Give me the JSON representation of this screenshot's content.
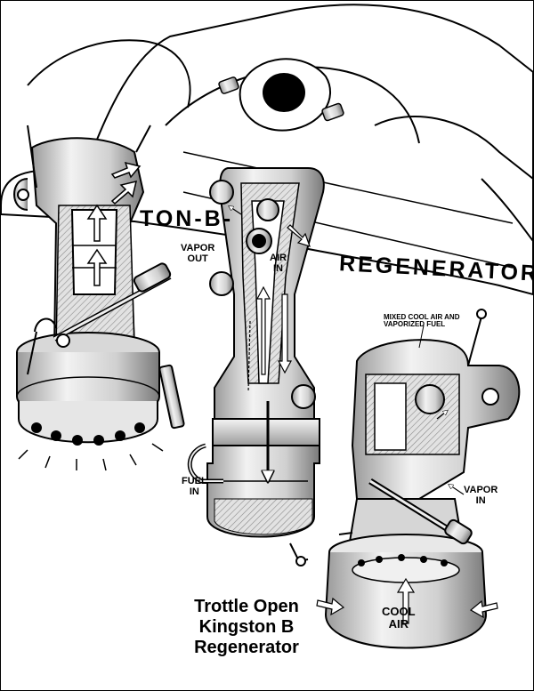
{
  "labels": {
    "ton_b": "TON-B-",
    "regenerator": "REGENERATOR",
    "vapor_out": [
      "VAPOR",
      "OUT"
    ],
    "air_in": [
      "AIR",
      "IN"
    ],
    "fuel_in": [
      "FUEL",
      "IN"
    ],
    "mixed": [
      "MIXED COOL AIR AND",
      "VAPORIZED FUEL"
    ],
    "vapor_in": [
      "VAPOR",
      "IN"
    ],
    "cool_air": [
      "COOL",
      "AIR"
    ]
  },
  "caption": [
    "Trottle Open",
    "Kingston B",
    "Regenerator"
  ],
  "colors": {
    "line": "#000000",
    "fill": "#ffffff",
    "shade": "#cfcfcf",
    "dark": "#8a8a8a",
    "hatch": "#bdbdbd"
  }
}
